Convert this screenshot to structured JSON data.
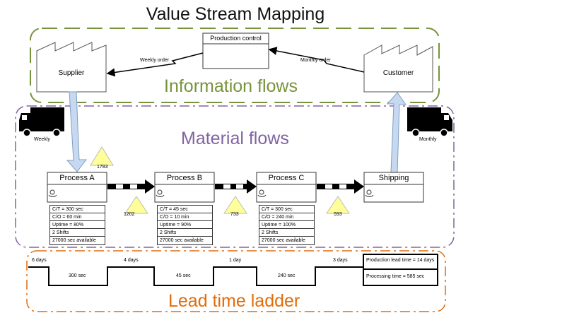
{
  "title": "Value Stream Mapping",
  "zones": {
    "information": "Information flows",
    "material": "Material flows",
    "lead_time": "Lead time ladder"
  },
  "production_control": "Production control",
  "supplier": "Supplier",
  "customer": "Customer",
  "weekly_order": "Weekly order",
  "monthly_order": "Monthly order",
  "weekly": "Weekly",
  "monthly": "Monthly",
  "processes": [
    {
      "name": "Process A",
      "data": [
        "C/T = 300 sec",
        "C/O = 60 min",
        "Uptime = 80%",
        "2 Shifts",
        "27000 sec available"
      ]
    },
    {
      "name": "Process B",
      "data": [
        "C/T = 45 sec",
        "C/O = 10 min",
        "Uptime = 90%",
        "2 Shifts",
        "27000 sec available"
      ]
    },
    {
      "name": "Process C",
      "data": [
        "C/T = 300 sec",
        "C/O = 240 min",
        "Uptime = 100%",
        "2 Shifts",
        "27000 sec available"
      ]
    }
  ],
  "shipping": "Shipping",
  "inventories": [
    "1783",
    "1202",
    "733",
    "593"
  ],
  "ladder": {
    "days": [
      "6 days",
      "4 days",
      "1 day",
      "3 days"
    ],
    "times": [
      "300 sec",
      "45 sec",
      "240 sec"
    ],
    "production_lead_time": "Production lead time = 14 days",
    "processing_time": "Processing time = 585 sec"
  },
  "colors": {
    "information": "#77933c",
    "material": "#8064a2",
    "lead_time": "#e36c09",
    "inventory": "#ffff99",
    "push_arrow_fill": "#c6d9f1"
  }
}
